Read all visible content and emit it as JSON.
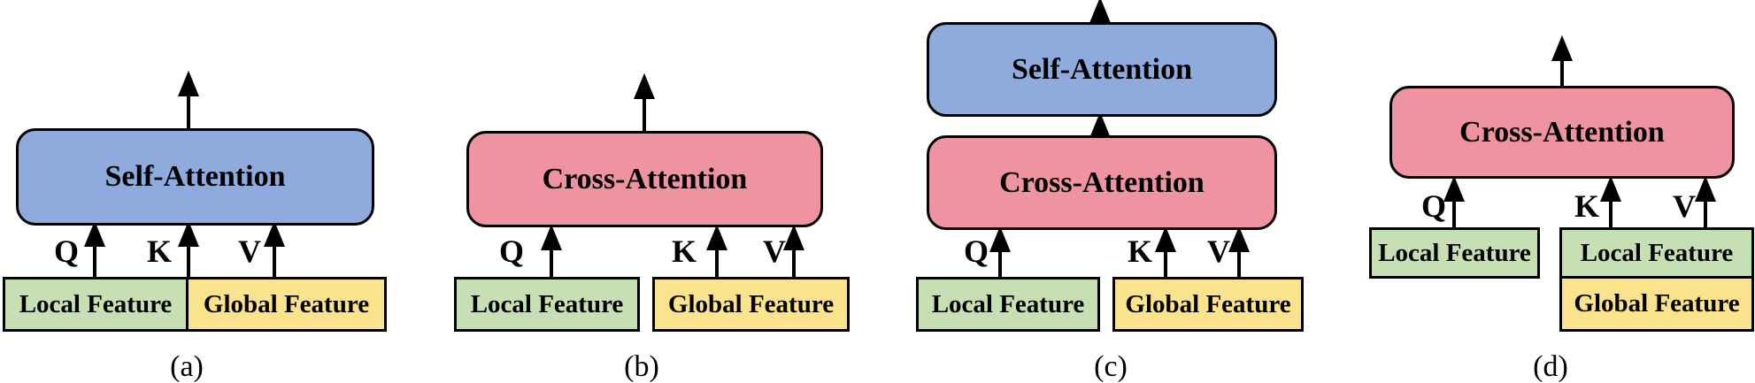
{
  "figure": {
    "panels": [
      {
        "caption": "(a)",
        "attention_blocks": [
          "Self-Attention"
        ],
        "feature_boxes": [
          "Local Feature",
          "Global Feature"
        ],
        "qkv": [
          "Q",
          "K",
          "V"
        ]
      },
      {
        "caption": "(b)",
        "attention_blocks": [
          "Cross-Attention"
        ],
        "feature_boxes": [
          "Local Feature",
          "Global Feature"
        ],
        "qkv": [
          "Q",
          "K",
          "V"
        ]
      },
      {
        "caption": "(c)",
        "attention_blocks": [
          "Self-Attention",
          "Cross-Attention"
        ],
        "feature_boxes": [
          "Local Feature",
          "Global Feature"
        ],
        "qkv": [
          "Q",
          "K",
          "V"
        ]
      },
      {
        "caption": "(d)",
        "attention_blocks": [
          "Cross-Attention"
        ],
        "feature_boxes": [
          "Local Feature",
          "Local Feature",
          "Global Feature"
        ],
        "qkv": [
          "Q",
          "K",
          "V"
        ]
      }
    ],
    "colors": {
      "self_attention_fill": "#8FAADC",
      "cross_attention_fill": "#EE93A0",
      "local_feature_fill": "#C6E0B4",
      "global_feature_fill": "#FBE28D",
      "outline": "#000000",
      "background": "#FFFFFF"
    }
  }
}
